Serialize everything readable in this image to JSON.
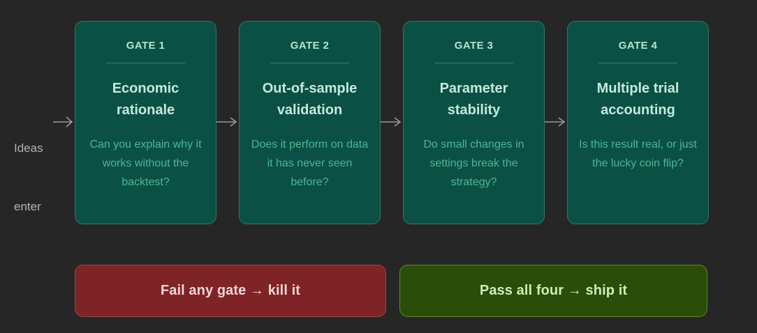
{
  "entry": {
    "line1": "Ideas",
    "line2": "enter",
    "arrow_icon": "arrow-right-icon"
  },
  "gates": [
    {
      "label": "GATE 1",
      "title_line1": "Economic",
      "title_line2": "rationale",
      "description": "Can you explain why it works without the backtest?"
    },
    {
      "label": "GATE 2",
      "title_line1": "Out-of-sample",
      "title_line2": "validation",
      "description": "Does it perform on data it has never seen before?"
    },
    {
      "label": "GATE 3",
      "title_line1": "Parameter",
      "title_line2": "stability",
      "description": "Do small changes in settings break the strategy?"
    },
    {
      "label": "GATE 4",
      "title_line1": "Multiple trial",
      "title_line2": "accounting",
      "description": "Is this result real, or just the lucky coin flip?"
    }
  ],
  "connectors": [
    {
      "icon": "arrow-right-icon"
    },
    {
      "icon": "arrow-right-icon"
    },
    {
      "icon": "arrow-right-icon"
    }
  ],
  "banners": {
    "fail": "Fail any gate → kill it",
    "pass": "Pass all four → ship it"
  },
  "colors": {
    "background": "#262626",
    "card_fill": "#0b5044",
    "card_border": "#2f7a63",
    "gate_label": "#b6e3d0",
    "gate_title": "#c4eadb",
    "gate_desc": "#4cb793",
    "entry_text": "#b3b3b3",
    "arrow": "#9a9a9a",
    "fail_fill": "#7e2326",
    "fail_border": "#a24448",
    "fail_text": "#f2d6d6",
    "pass_fill": "#2a4d09",
    "pass_border": "#5e8a28",
    "pass_text": "#d2ecb6"
  }
}
